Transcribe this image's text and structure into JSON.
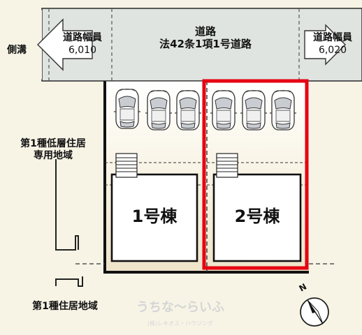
{
  "road": {
    "width_label": "道路幅員",
    "left_width": "6,010",
    "right_width": "6,020",
    "name_line1": "道路",
    "name_line2": "法42条1項1号道路",
    "side_ditch": "側溝"
  },
  "zones": {
    "upper_line1": "第1種低層住居",
    "upper_line2": "専用地域",
    "lower": "第1種住居地域"
  },
  "buildings": [
    {
      "label": "1号棟"
    },
    {
      "label": "2号棟",
      "highlighted": true
    }
  ],
  "watermark": {
    "main": "うちな〜らいふ",
    "sub": "(株)レキオス・ハウジング"
  },
  "compass": {
    "label": "N"
  },
  "colors": {
    "highlight": "#e60012",
    "road": "#dfe4e0",
    "lot_gradient_top": "#ffffff",
    "lot_gradient_bottom": "#efe6cf"
  }
}
